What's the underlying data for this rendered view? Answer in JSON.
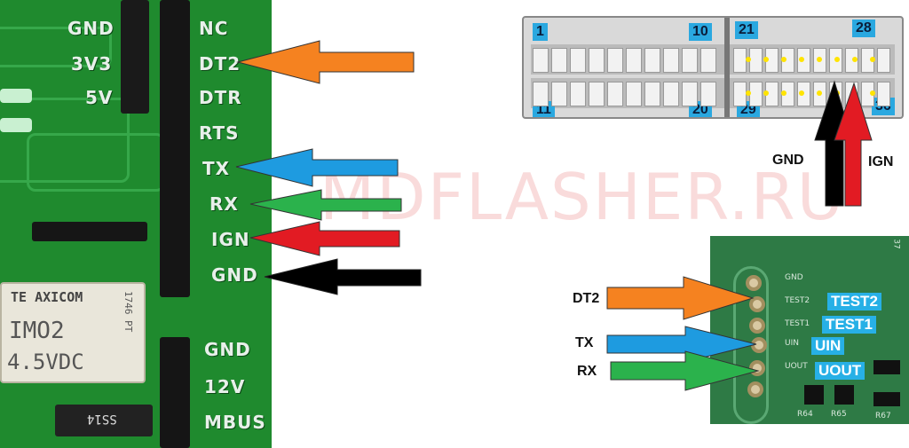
{
  "board_left": {
    "header_labels": [
      "GND",
      "3V3",
      "5V"
    ],
    "pin_labels": [
      "NC",
      "DT2",
      "DTR",
      "RTS",
      "TX",
      "RX",
      "IGN",
      "GND",
      "GND",
      "12V",
      "MBUS"
    ],
    "relay": {
      "brand": "TE AXICOM",
      "model": "IMO2",
      "voltage": "4.5VDC",
      "code": "1746 PT"
    },
    "diode_label": "SS14"
  },
  "connector": {
    "pin_numbers": [
      "1",
      "10",
      "21",
      "28",
      "11",
      "20",
      "29",
      "36"
    ],
    "wire_labels": [
      "GND",
      "IGN"
    ]
  },
  "board_right": {
    "silk_labels": [
      "GND",
      "TEST2",
      "TEST1",
      "UIN",
      "UOUT"
    ],
    "tags": [
      "TEST2",
      "TEST1",
      "UIN",
      "UOUT"
    ],
    "side_labels": [
      "DT2",
      "TX",
      "RX"
    ],
    "component_labels": [
      "R64",
      "R65",
      "R67",
      "37"
    ]
  },
  "watermark": "MDFLASHER.RU",
  "colors": {
    "orange": "#f58220",
    "blue": "#1e9be0",
    "green": "#2bb24c",
    "red": "#e21b23",
    "black": "#000000"
  }
}
